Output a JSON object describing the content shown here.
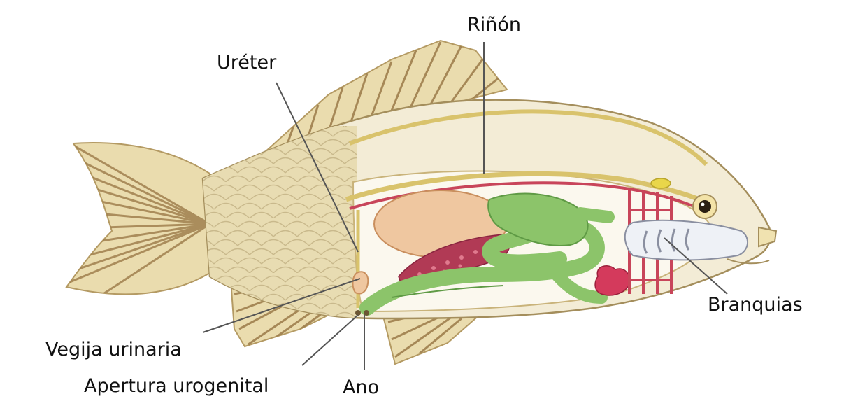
{
  "diagram": {
    "labels": {
      "rinon": "Riñón",
      "ureter": "Uréter",
      "branquias": "Branquias",
      "vegija": "Vegija urinaria",
      "apertura": "Apertura urogenital",
      "ano": "Ano"
    },
    "colors": {
      "background": "#ffffff",
      "fish_body": "#f1ead2",
      "fin": "#e4cf98",
      "fin_stripe": "#9b7a48",
      "stomach_intestine": "#8cc46a",
      "liver": "#efc7a0",
      "kidney_artery": "#c8455a",
      "gonad": "#b13a55",
      "gill": "#eef1f6",
      "leader_line": "#555555"
    }
  }
}
